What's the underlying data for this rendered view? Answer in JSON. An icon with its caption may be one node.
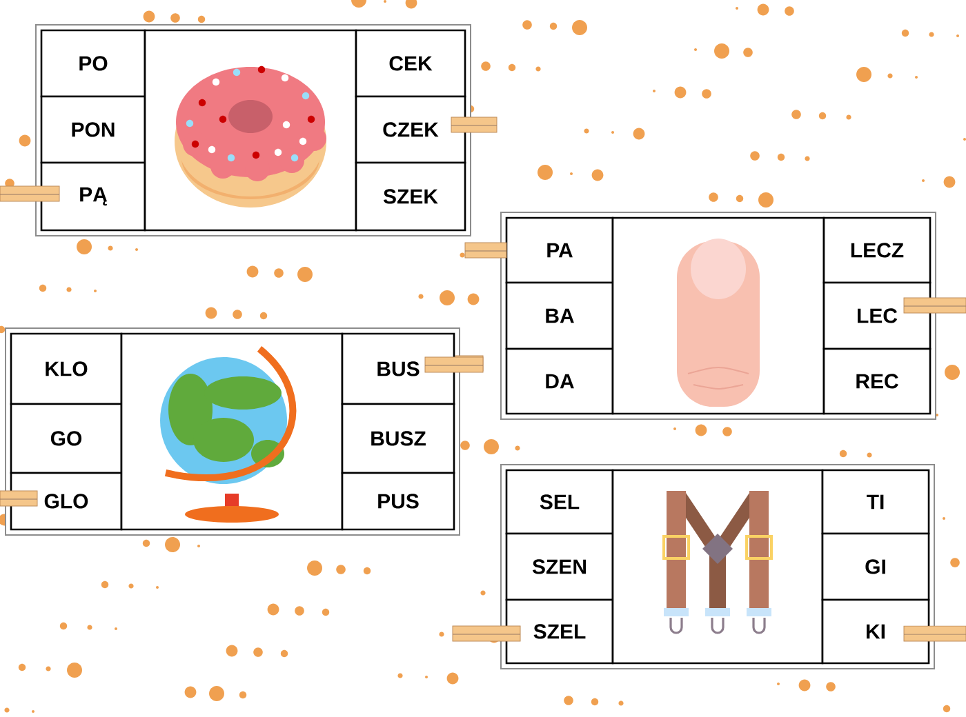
{
  "diagram": {
    "nodes": [
      {
        "text": [],
        "shape": "box"
      },
      {
        "text": [
          "PO"
        ],
        "in": 0
      },
      {
        "text": [
          "PON"
        ],
        "in": 0
      },
      {
        "text": [
          "PĄ"
        ],
        "in": 0
      },
      {
        "text": [],
        "shape": "picture",
        "in": 0
      },
      {
        "text": [
          "CEK"
        ],
        "in": 0
      },
      {
        "text": [
          "CZEK"
        ],
        "in": 0
      },
      {
        "text": [
          "SZEK"
        ],
        "in": 0
      },
      {
        "text": [],
        "shape": "box"
      },
      {
        "text": [
          "PA"
        ],
        "in": 8
      },
      {
        "text": [
          "BA"
        ],
        "in": 8
      },
      {
        "text": [
          "DA"
        ],
        "in": 8
      },
      {
        "text": [],
        "shape": "picture",
        "in": 8
      },
      {
        "text": [
          "LECZ"
        ],
        "in": 8
      },
      {
        "text": [
          "LEC"
        ],
        "in": 8
      },
      {
        "text": [
          "REC"
        ],
        "in": 8
      },
      {
        "text": [],
        "shape": "box"
      },
      {
        "text": [
          "KLO"
        ],
        "in": 16
      },
      {
        "text": [
          "GO"
        ],
        "in": 16
      },
      {
        "text": [
          "GLO"
        ],
        "in": 16
      },
      {
        "text": [],
        "shape": "picture",
        "in": 16
      },
      {
        "text": [
          "BUS"
        ],
        "in": 16
      },
      {
        "text": [
          "BUSZ"
        ],
        "in": 16
      },
      {
        "text": [
          "PUS"
        ],
        "in": 16
      },
      {
        "text": [],
        "shape": "box"
      },
      {
        "text": [
          "SEL"
        ],
        "in": 24
      },
      {
        "text": [
          "SZEN"
        ],
        "in": 24
      },
      {
        "text": [
          "SZEL"
        ],
        "in": 24
      },
      {
        "text": [],
        "shape": "picture",
        "in": 24
      },
      {
        "text": [
          "TI"
        ],
        "in": 24
      },
      {
        "text": [
          "GI"
        ],
        "in": 24
      },
      {
        "text": [
          "KI"
        ],
        "in": 24
      }
    ]
  }
}
